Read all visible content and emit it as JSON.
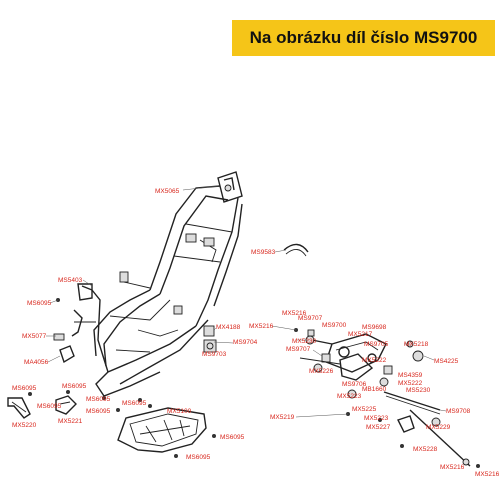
{
  "header": {
    "title": "Na obrázku díl číslo MS9700",
    "bg_color": "#f5c518"
  },
  "colors": {
    "label": "#d8261c",
    "line": "#222222"
  },
  "labels": {
    "MX5065": "MX5065",
    "MS9583": "MS9583",
    "MS5403": "MS5403",
    "MS6095_a": "MS6095",
    "MX5077": "MX5077",
    "MA4056": "MA4056",
    "MS6095_b": "MS6095",
    "MS6095_c": "MS6095",
    "MS6095_d": "MS6095",
    "MS6095_e": "MS6095",
    "MS6095_f": "MS6095",
    "MS6095_g": "MS6095",
    "MS6095_h": "MS6095",
    "MS6095_i": "MS6095",
    "MX5220": "MX5220",
    "MX5221": "MX5221",
    "MX5100": "MX5100",
    "MX4188": "MX4188",
    "MS9704": "MS9704",
    "MS9703": "MS9703",
    "MX5216_a": "MX5216",
    "MX5216_b": "MX5216",
    "MS9707_a": "MS9707",
    "MS9707_b": "MS9707",
    "MS9700": "MS9700",
    "MS9698": "MS9698",
    "MX5217": "MX5217",
    "MX5230": "MX5230",
    "MS9705": "MS9705",
    "MX5218": "MX5218",
    "MS4225": "MS4225",
    "MX5222_a": "MX5222",
    "MX5222_b": "MX5222",
    "MX5226": "MX5226",
    "MS4359": "MS4359",
    "MS9706": "MS9706",
    "MB1660": "MB1660",
    "MS5230": "MS5230",
    "MX5223_a": "MX5223",
    "MX5223_b": "MX5223",
    "MX5225": "MX5225",
    "MS9708": "MS9708",
    "MX5219": "MX5219",
    "MX5227": "MX5227",
    "MX5229": "MX5229",
    "MX5228": "MX5228",
    "MX5216_c": "MX5216",
    "MX5216_d": "MX5216"
  }
}
